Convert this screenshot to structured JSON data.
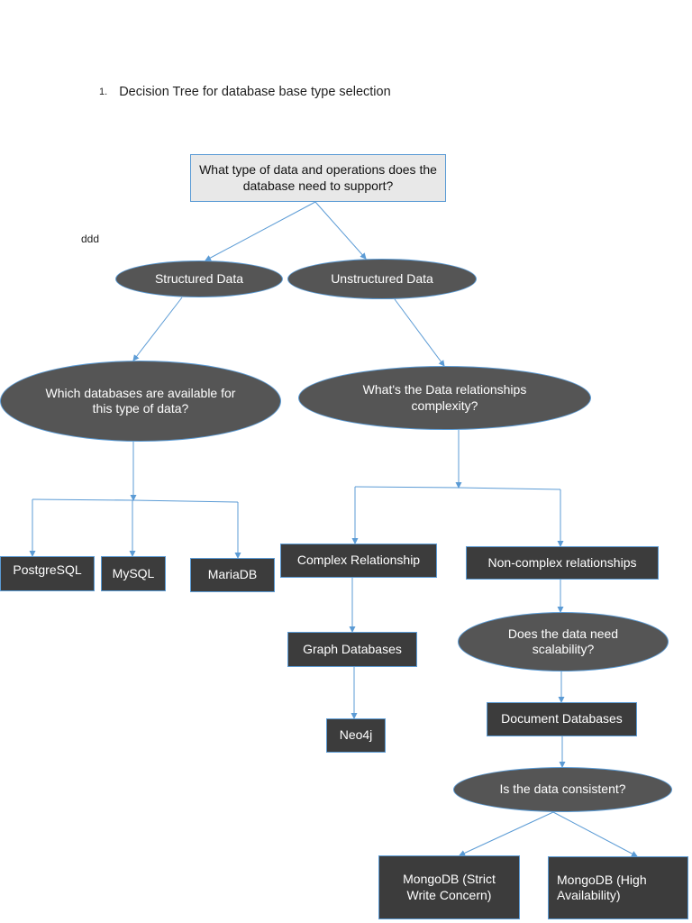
{
  "heading": {
    "number": "1.",
    "title": "Decision Tree for database base type selection"
  },
  "stray_text": "ddd",
  "nodes": {
    "root": "What type of data and operations does the database need to support?",
    "structured": "Structured Data",
    "unstructured": "Unstructured Data",
    "which_db": "Which databases are available for this type of data?",
    "relationships": "What's the Data relationships complexity?",
    "postgresql": "PostgreSQL",
    "mysql": "MySQL",
    "mariadb": "MariaDB",
    "complex": "Complex Relationship",
    "noncomplex": "Non-complex relationships",
    "graph": "Graph Databases",
    "scalability": "Does the data need scalability?",
    "neo4j": "Neo4j",
    "document": "Document Databases",
    "consistent": "Is the data consistent?",
    "mongo_strict": "MongoDB (Strict Write Concern)",
    "mongo_ha": "MongoDB (High Availability)"
  },
  "colors": {
    "connector": "#5b9bd5",
    "node_fill": "#3c3c3c",
    "oval_fill": "#555555",
    "root_fill": "#e8e8e8"
  }
}
